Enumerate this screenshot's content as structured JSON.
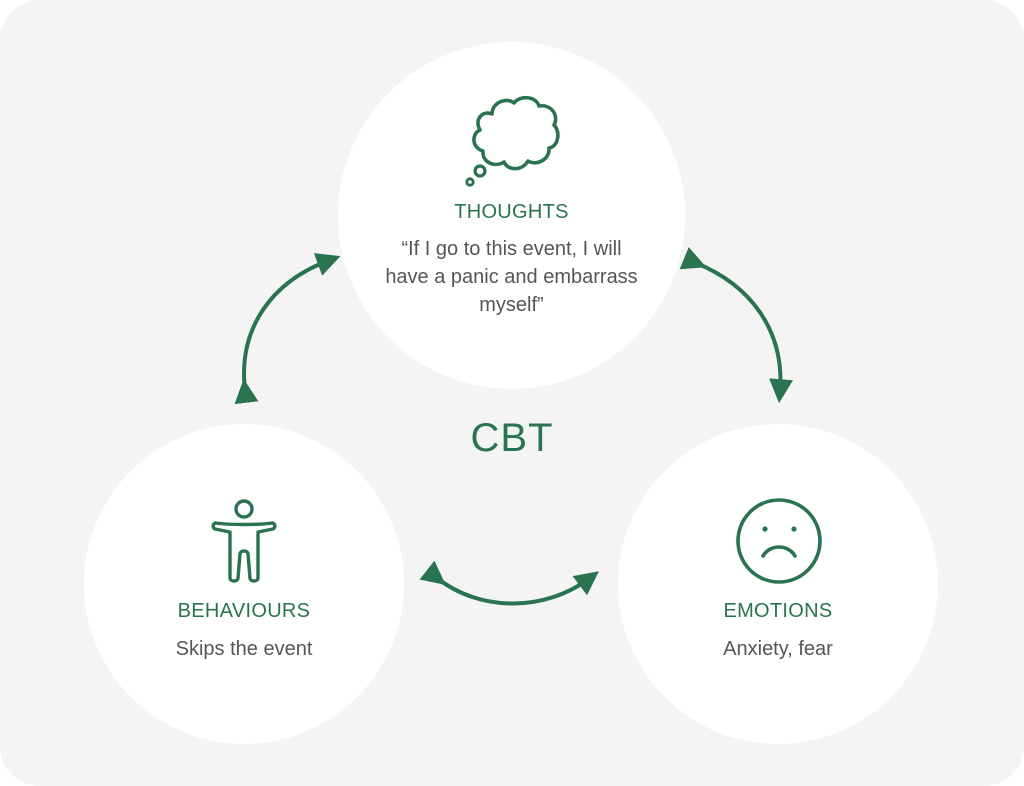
{
  "diagram": {
    "center_label": "CBT",
    "accent_color": "#2a7350",
    "text_color": "#555555",
    "nodes": [
      {
        "id": "thoughts",
        "icon": "thought-bubble-icon",
        "title": "THOUGHTS",
        "description": "“If I go to this event, I will have a panic and embarrass myself”"
      },
      {
        "id": "behaviours",
        "icon": "person-arms-out-icon",
        "title": "BEHAVIOURS",
        "description": "Skips the event"
      },
      {
        "id": "emotions",
        "icon": "sad-face-icon",
        "title": "EMOTIONS",
        "description": "Anxiety, fear"
      }
    ],
    "connections": [
      {
        "from": "thoughts",
        "to": "behaviours",
        "type": "bidirectional"
      },
      {
        "from": "thoughts",
        "to": "emotions",
        "type": "bidirectional"
      },
      {
        "from": "behaviours",
        "to": "emotions",
        "type": "bidirectional"
      }
    ]
  }
}
